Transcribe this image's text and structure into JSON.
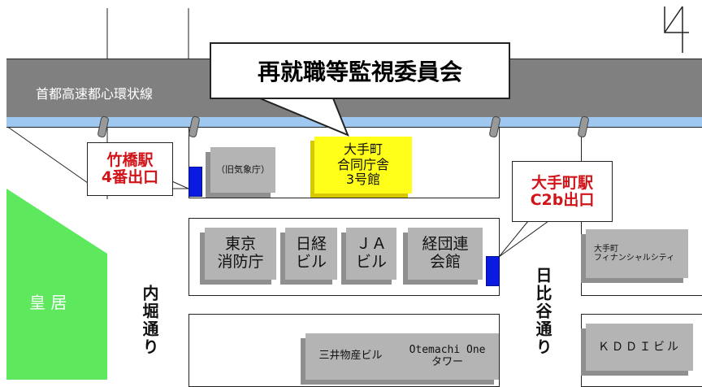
{
  "title": "再就職等監視委員会",
  "expressway": "首都高速都心環状線",
  "page_number": "4",
  "palace": "皇 居",
  "roads": {
    "uchibori": "内堀通り",
    "hibiya": "日比谷通り"
  },
  "exits": {
    "takebashi": [
      "竹橋駅",
      "4番出口"
    ],
    "otemachi": [
      "大手町駅",
      "C2b出口"
    ]
  },
  "buildings": {
    "old_jma": "（旧気象庁）",
    "godo": [
      "大手町",
      "合同庁舎",
      "3号館"
    ],
    "fire": [
      "東京",
      "消防庁"
    ],
    "nikkei": [
      "日経",
      "ビル"
    ],
    "ja": [
      "ＪＡ",
      "ビル"
    ],
    "keidanren": [
      "経団連",
      "会館"
    ],
    "financial_city": [
      "大手町",
      "フィナンシャルシティ"
    ],
    "kddi": "ＫＤＤＩビル",
    "mitsui": "三井物産ビル",
    "otemachi_one": [
      "Otemachi One",
      "タワー"
    ]
  },
  "colors": {
    "expressway": "#808080",
    "river": "#9ec8f0",
    "palace": "#5ee85e",
    "highlight": "#ffff1a",
    "exit_text": "#d0141a",
    "entrance": "#0a1ae0"
  }
}
